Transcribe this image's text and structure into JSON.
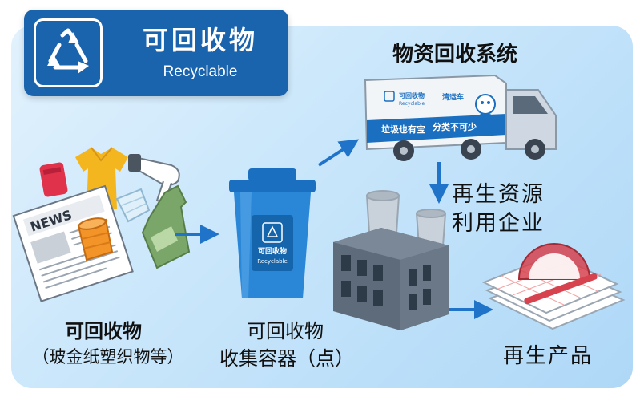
{
  "header": {
    "title": "可回收物",
    "subtitle": "Recyclable",
    "icon": "recycle-icon"
  },
  "steps": {
    "source": {
      "title": "可回收物",
      "detail": "（玻金纸塑织物等）",
      "news_text": "NEWS"
    },
    "bin": {
      "line1": "可回收物",
      "line2": "收集容器（点）",
      "bin_label_cn": "可回收物",
      "bin_label_en": "Recyclable"
    },
    "truck": {
      "title": "物资回收系统",
      "brand_cn": "可回收物",
      "brand_en": "Recyclable",
      "vehicle_label": "清运车",
      "slogan_left": "垃圾也有宝",
      "slogan_right": "分类不可少"
    },
    "enterprise": {
      "line1": "再生资源",
      "line2": "利用企业"
    },
    "product": {
      "title": "再生产品"
    }
  },
  "colors": {
    "brand_blue": "#1a63ad",
    "arrow_blue": "#1f73c8",
    "bin_blue": "#1b6fc0",
    "panel_light": "#cbe7fb"
  }
}
